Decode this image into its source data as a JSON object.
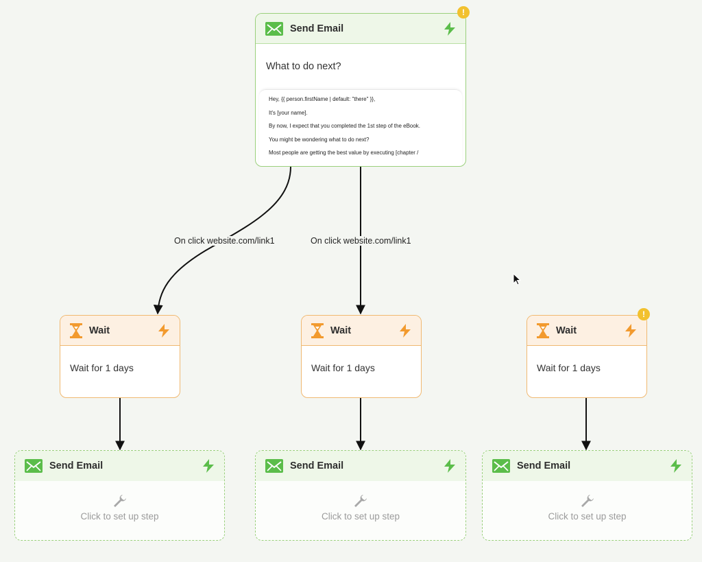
{
  "colors": {
    "email_accent": "#5bbd4a",
    "wait_accent": "#f29a2e",
    "warning": "#f2c12e",
    "connector": "#111111"
  },
  "root": {
    "title": "Send Email",
    "subject": "What to do next?",
    "preview_lines": [
      "Hey, {{ person.firstName | default: \"there\" }},",
      "It's [your name].",
      "By now, I expect that you completed the 1st step of the eBook.",
      "You might be wondering what to do next?",
      "Most people are getting the best value by executing [chapter /"
    ],
    "warning": "!"
  },
  "edges": {
    "left_label": "On click website.com/link1",
    "middle_label": "On click website.com/link1"
  },
  "wait_steps": [
    {
      "title": "Wait",
      "body": "Wait for 1 days"
    },
    {
      "title": "Wait",
      "body": "Wait for 1 days"
    },
    {
      "title": "Wait",
      "body": "Wait for 1 days",
      "warning": "!"
    }
  ],
  "email_steps": [
    {
      "title": "Send Email",
      "setup_text": "Click to set up step"
    },
    {
      "title": "Send Email",
      "setup_text": "Click to set up step"
    },
    {
      "title": "Send Email",
      "setup_text": "Click to set up step"
    }
  ],
  "icons": {
    "email": "envelope-icon",
    "wait": "hourglass-icon",
    "trigger": "lightning-icon",
    "setup": "wrench-icon",
    "warning": "warning-icon"
  }
}
